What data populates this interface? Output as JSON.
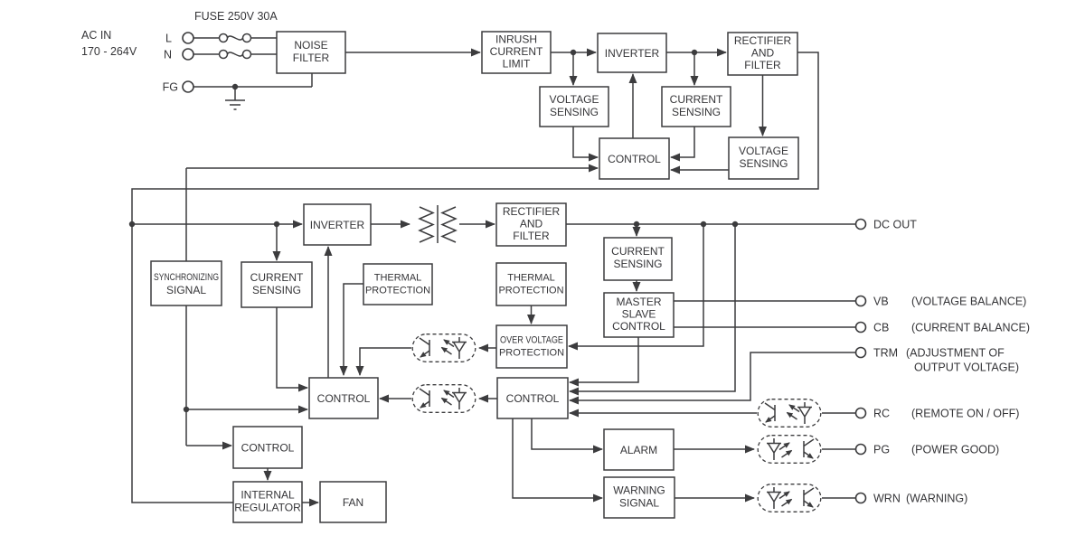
{
  "diagram": {
    "ac": {
      "label_line1": "AC IN",
      "label_line2": "170 - 264V",
      "fuse_label": "FUSE 250V 30A",
      "l": "L",
      "n": "N",
      "fg": "FG"
    },
    "blocks": {
      "noise_filter": [
        "NOISE",
        "FILTER"
      ],
      "inrush_current_limit": [
        "INRUSH",
        "CURRENT",
        "LIMIT"
      ],
      "inverter_1": [
        "INVERTER"
      ],
      "rectifier_filter_1": [
        "RECTIFIER",
        "AND",
        "FILTER"
      ],
      "voltage_sensing_1": [
        "VOLTAGE",
        "SENSING"
      ],
      "current_sensing_1": [
        "CURRENT",
        "SENSING"
      ],
      "control_1": [
        "CONTROL"
      ],
      "voltage_sensing_2": [
        "VOLTAGE",
        "SENSING"
      ],
      "inverter_2": [
        "INVERTER"
      ],
      "rectifier_filter_2": [
        "RECTIFIER",
        "AND",
        "FILTER"
      ],
      "synchronizing_signal": [
        "SYNCHRONIZING",
        "SIGNAL"
      ],
      "current_sensing_2": [
        "CURRENT",
        "SENSING"
      ],
      "thermal_protection_1": [
        "THERMAL",
        "PROTECTION"
      ],
      "thermal_protection_2": [
        "THERMAL",
        "PROTECTION"
      ],
      "current_sensing_3": [
        "CURRENT",
        "SENSING"
      ],
      "master_slave_control": [
        "MASTER",
        "SLAVE",
        "CONTROL"
      ],
      "over_voltage_protection": [
        "OVER VOLTAGE",
        "PROTECTION"
      ],
      "control_2": [
        "CONTROL"
      ],
      "control_3": [
        "CONTROL"
      ],
      "control_4": [
        "CONTROL"
      ],
      "internal_regulator": [
        "INTERNAL",
        "REGULATOR"
      ],
      "fan": [
        "FAN"
      ],
      "alarm": [
        "ALARM"
      ],
      "warning_signal": [
        "WARNING",
        "SIGNAL"
      ]
    },
    "terminals": {
      "dc_out": {
        "label": "DC OUT"
      },
      "vb": {
        "label": "VB",
        "desc": "(VOLTAGE BALANCE)"
      },
      "cb": {
        "label": "CB",
        "desc": "(CURRENT BALANCE)"
      },
      "trm": {
        "label": "TRM",
        "desc": "(ADJUSTMENT OF",
        "desc2": "OUTPUT VOLTAGE)"
      },
      "rc": {
        "label": "RC",
        "desc": "(REMOTE ON / OFF)"
      },
      "pg": {
        "label": "PG",
        "desc": "(POWER GOOD)"
      },
      "wrn": {
        "label": "WRN",
        "desc": "(WARNING)"
      }
    },
    "colors": {
      "line": "#3c3c3e",
      "text": "#353538",
      "background": "#ffffff"
    }
  }
}
